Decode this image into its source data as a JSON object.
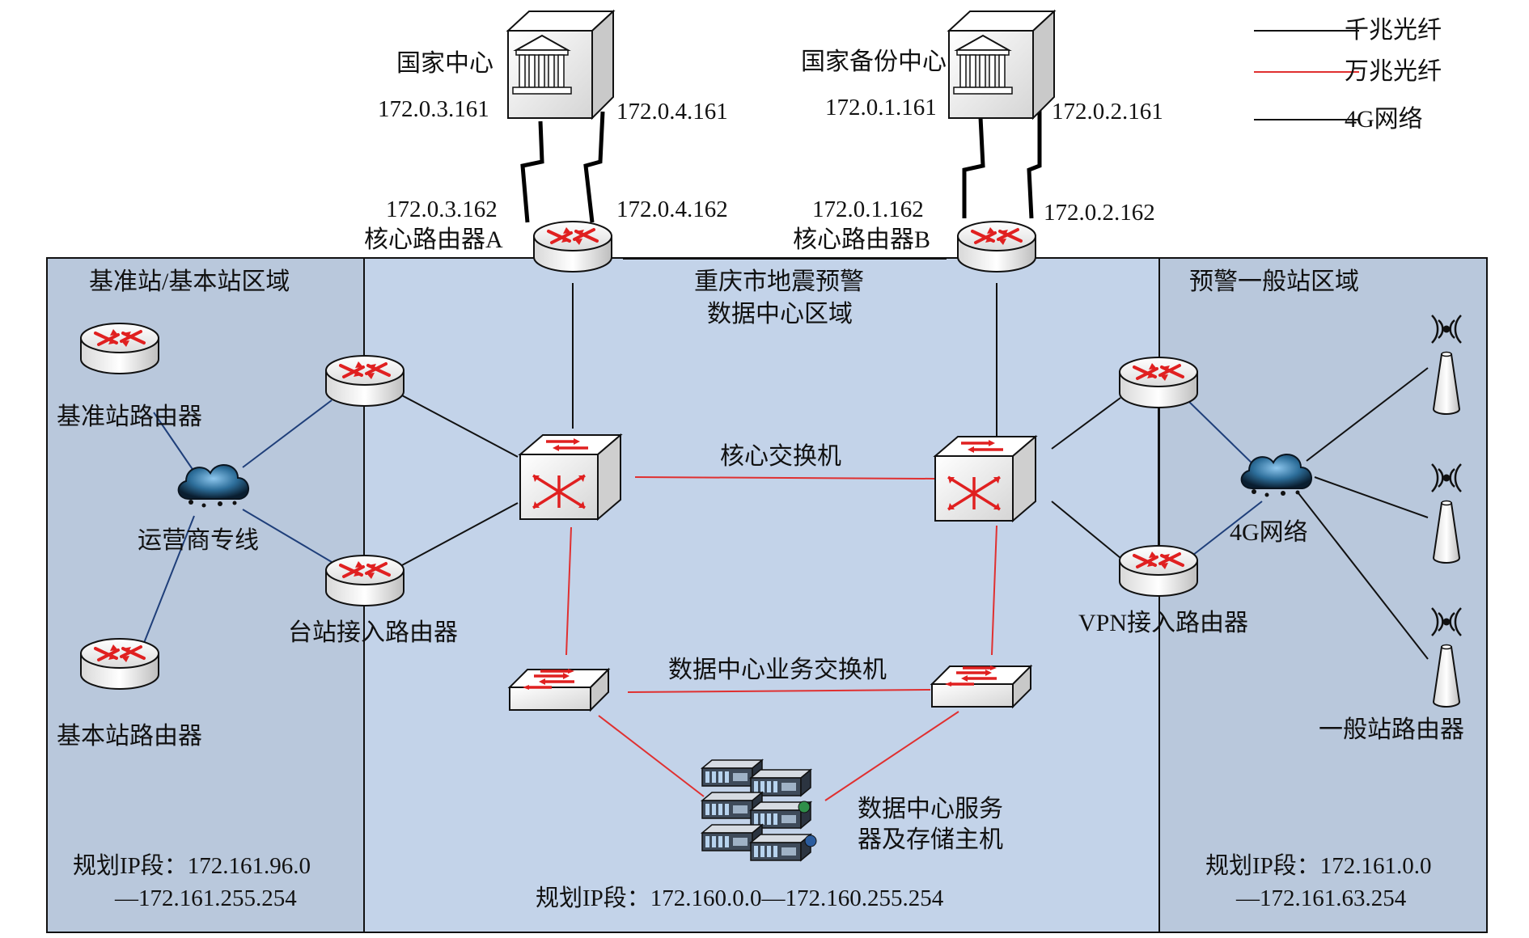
{
  "legend": [
    {
      "label": "千兆光纤",
      "color": "#111111"
    },
    {
      "label": "万兆光纤",
      "color": "#e03030"
    },
    {
      "label": "4G网络",
      "color": "#111111"
    }
  ],
  "colors": {
    "zone_left": "#b9c8dc",
    "zone_center": "#c3d3e9",
    "zone_right": "#b9c8dc",
    "gigabit_line": "#111111",
    "ten_gigabit_line": "#e03030",
    "operator_line": "#1f3f7a"
  },
  "zones": {
    "left": {
      "title": "基准站/基本站区域",
      "ip_line1": "规划IP段：172.161.96.0",
      "ip_line2": "—172.161.255.254"
    },
    "center": {
      "title_line1": "重庆市地震预警",
      "title_line2": "数据中心区域",
      "ip_line": "规划IP段：172.160.0.0—172.160.255.254"
    },
    "right": {
      "title": "预警一般站区域",
      "ip_line1": "规划IP段：172.161.0.0",
      "ip_line2": "—172.161.63.254"
    }
  },
  "centers": {
    "national": {
      "label": "国家中心",
      "ip_left": "172.0.3.161",
      "ip_right": "172.0.4.161",
      "icon": "server-building-icon"
    },
    "backup": {
      "label": "国家备份中心",
      "ip_left": "172.0.1.161",
      "ip_right": "172.0.2.161",
      "icon": "server-building-icon"
    }
  },
  "core_routers": {
    "a": {
      "label": "核心路由器A",
      "ip_left": "172.0.3.162",
      "ip_right": "172.0.4.162",
      "icon": "router-icon"
    },
    "b": {
      "label": "核心路由器B",
      "ip_left": "172.0.1.162",
      "ip_right": "172.0.2.162",
      "icon": "router-icon"
    }
  },
  "nodes": {
    "core_switch": "核心交换机",
    "business_switch": "数据中心业务交换机",
    "servers_line1": "数据中心服务",
    "servers_line2": "器及存储主机",
    "reference_router": "基准站路由器",
    "basic_router": "基本站路由器",
    "operator_line": "运营商专线",
    "station_access_router": "台站接入路由器",
    "vpn_router": "VPN接入路由器",
    "network_4g": "4G网络",
    "general_router": "一般站路由器"
  }
}
